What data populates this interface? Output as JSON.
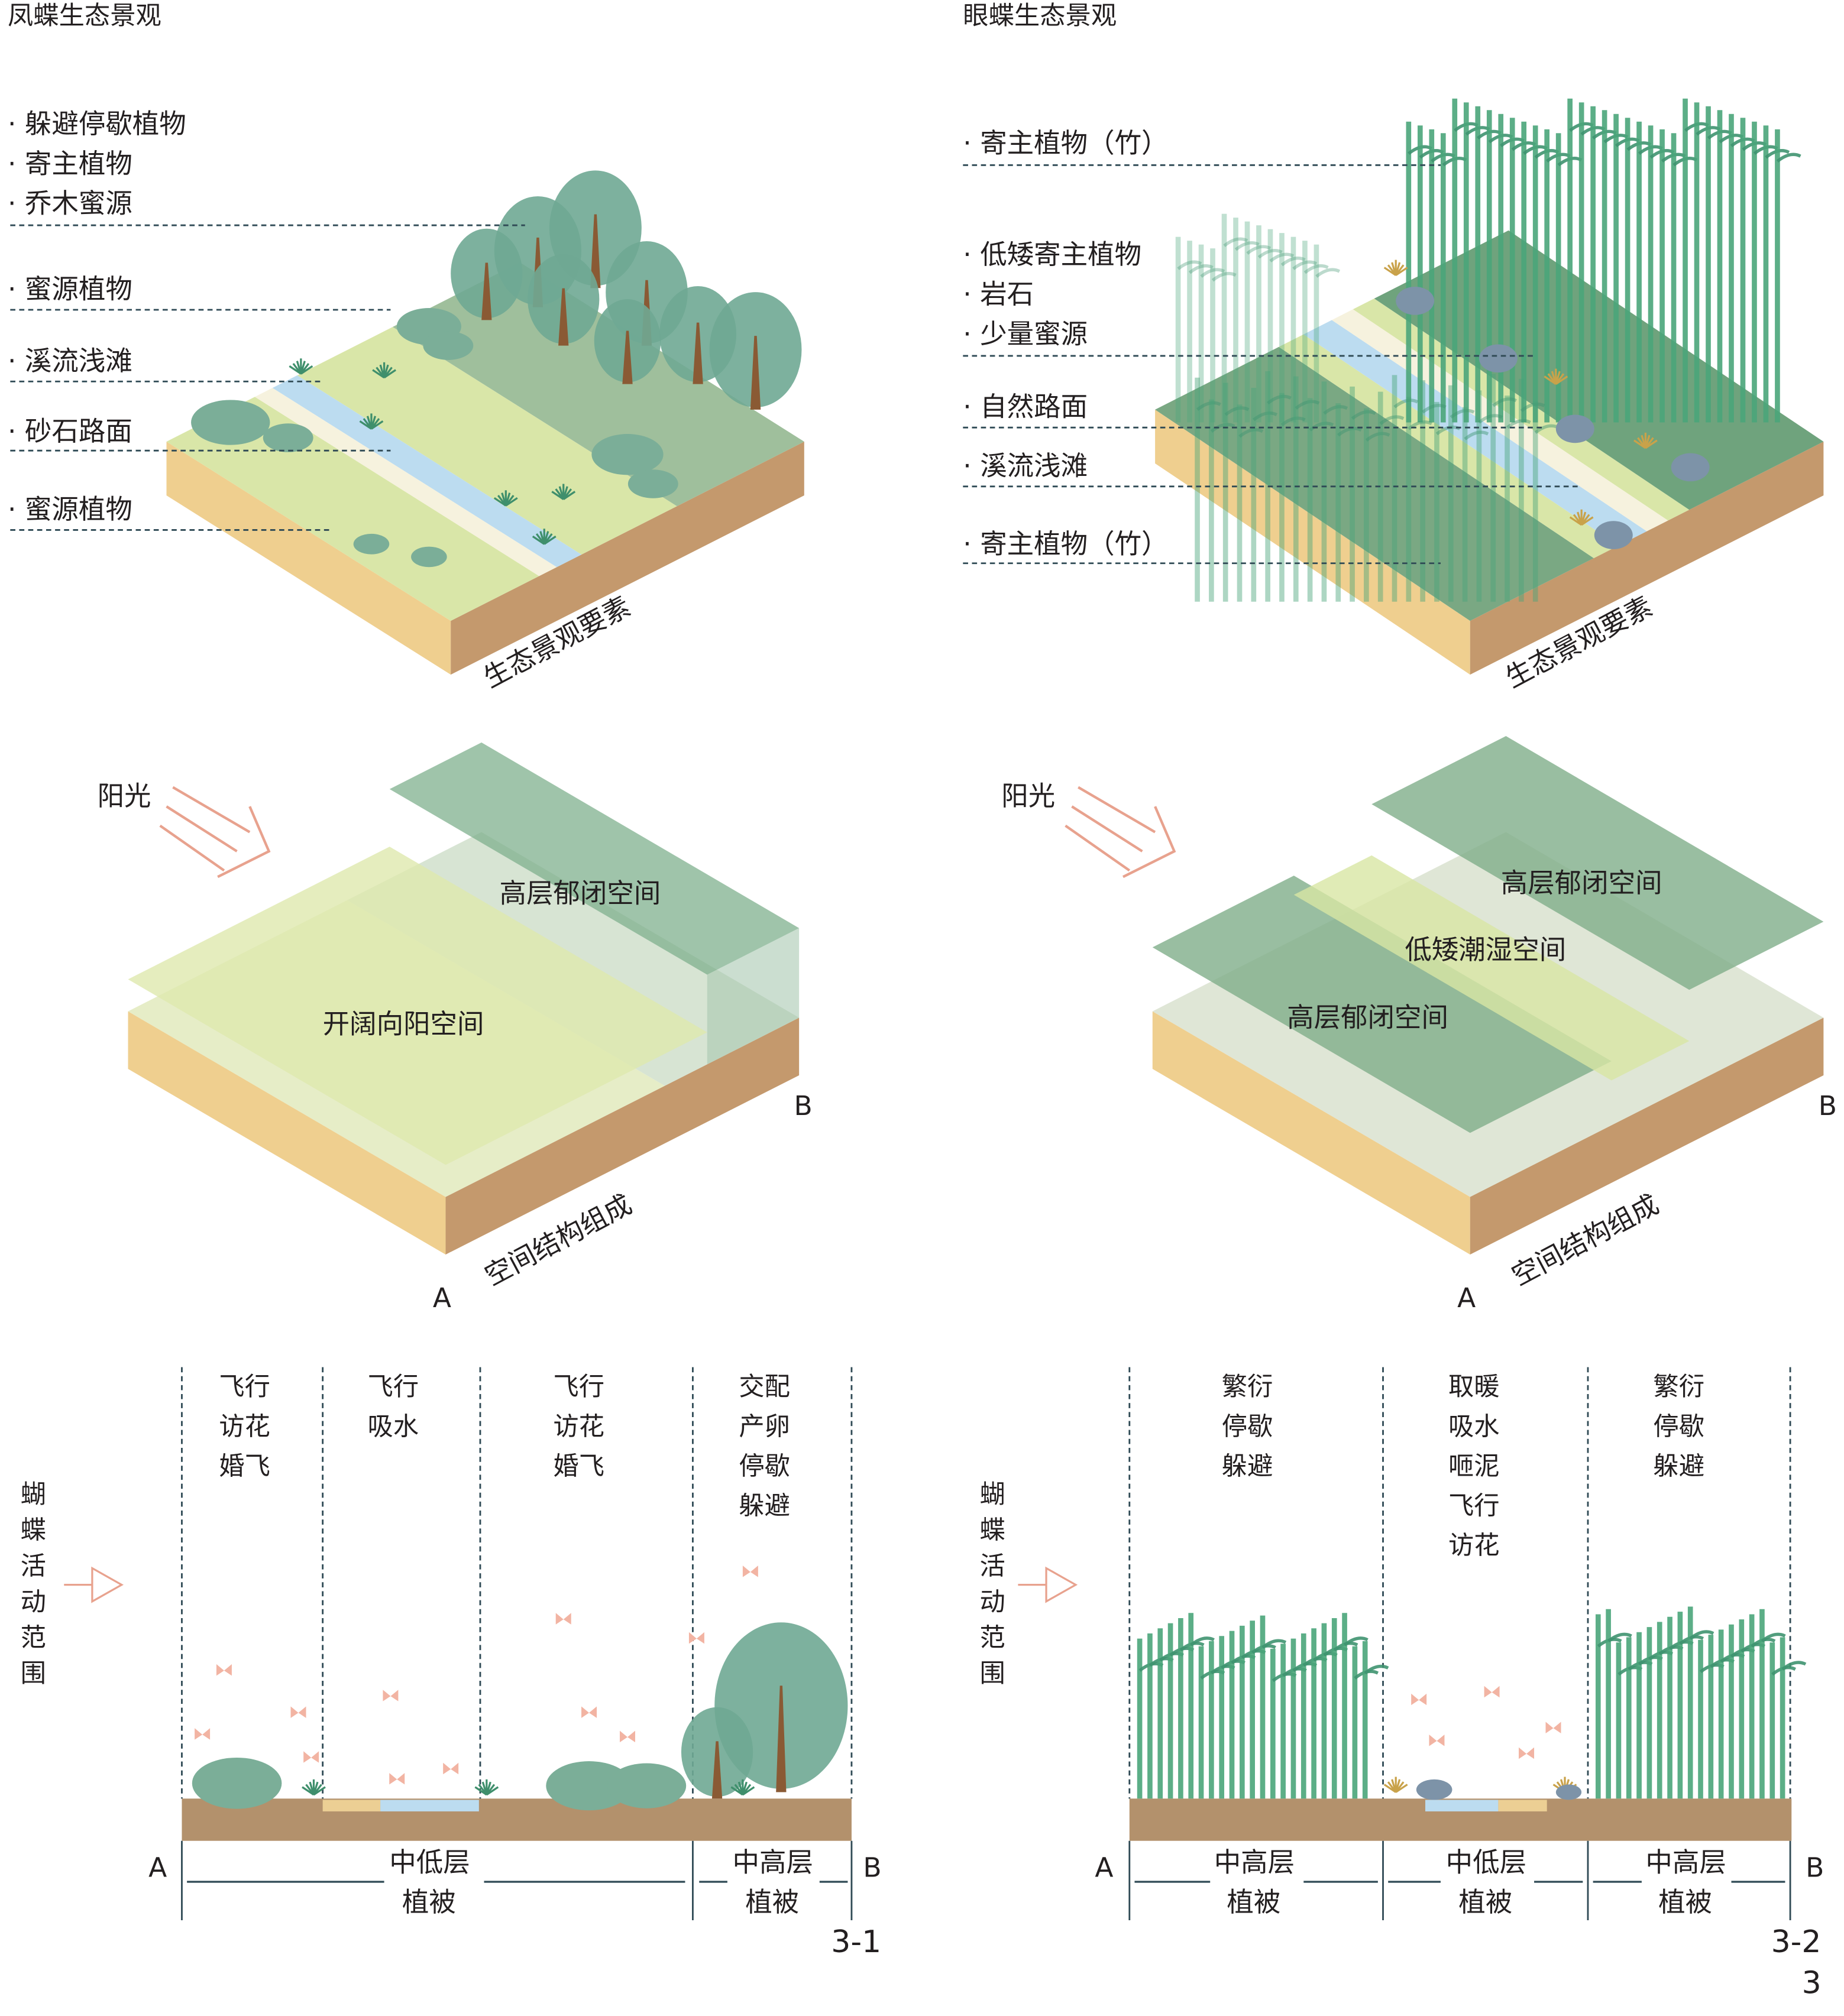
{
  "panel_left": {
    "title": "凤蝶生态景观",
    "elements": [
      "· 躲避停歇植物",
      "· 寄主植物",
      "· 乔木蜜源",
      "· 蜜源植物",
      "· 溪流浅滩",
      "· 砂石路面",
      "· 蜜源植物"
    ],
    "elements_caption": "生态景观要素",
    "sunlight": "阳光",
    "spaces": [
      "高层郁闭空间",
      "开阔向阳空间"
    ],
    "structure_caption": "空间结构组成",
    "point_a": "A",
    "point_b": "B",
    "activity_label": "蝴蝶活动范围",
    "activities": [
      [
        "飞行",
        "访花",
        "婚飞"
      ],
      [
        "飞行",
        "吸水"
      ],
      [
        "飞行",
        "访花",
        "婚飞"
      ],
      [
        "交配",
        "产卵",
        "停歇",
        "躲避"
      ]
    ],
    "vegetation": [
      {
        "layer": "中低层",
        "sub": "植被"
      },
      {
        "layer": "中高层",
        "sub": "植被"
      }
    ],
    "figure_number": "3-1"
  },
  "panel_right": {
    "title": "眼蝶生态景观",
    "elements": [
      "· 寄主植物（竹）",
      "· 低矮寄主植物",
      "· 岩石",
      "· 少量蜜源",
      "· 自然路面",
      "· 溪流浅滩",
      "· 寄主植物（竹）"
    ],
    "elements_caption": "生态景观要素",
    "sunlight": "阳光",
    "spaces": [
      "高层郁闭空间",
      "低矮潮湿空间",
      "高层郁闭空间"
    ],
    "structure_caption": "空间结构组成",
    "point_a": "A",
    "point_b": "B",
    "activity_label": "蝴蝶活动范围",
    "activities": [
      [
        "繁衍",
        "停歇",
        "躲避"
      ],
      [
        "取暖",
        "吸水",
        "咂泥",
        "飞行",
        "访花"
      ],
      [
        "繁衍",
        "停歇",
        "躲避"
      ]
    ],
    "vegetation": [
      {
        "layer": "中高层",
        "sub": "植被"
      },
      {
        "layer": "中低层",
        "sub": "植被"
      },
      {
        "layer": "中高层",
        "sub": "植被"
      }
    ],
    "figure_number": "3-2",
    "page_number": "3"
  },
  "colors": {
    "light_green": "#d9e6a8",
    "dark_green": "#9fbf9c",
    "tree": "#6fa994",
    "water": "#bcdcf0",
    "cream": "#f6f2de",
    "soil_left": "#efcf8f",
    "soil_right": "#c4996d",
    "section_soil": "#b3916c",
    "bamboo": "#4aa57a",
    "sun_arrow": "#e8a28e",
    "dash": "#2f4a55"
  }
}
